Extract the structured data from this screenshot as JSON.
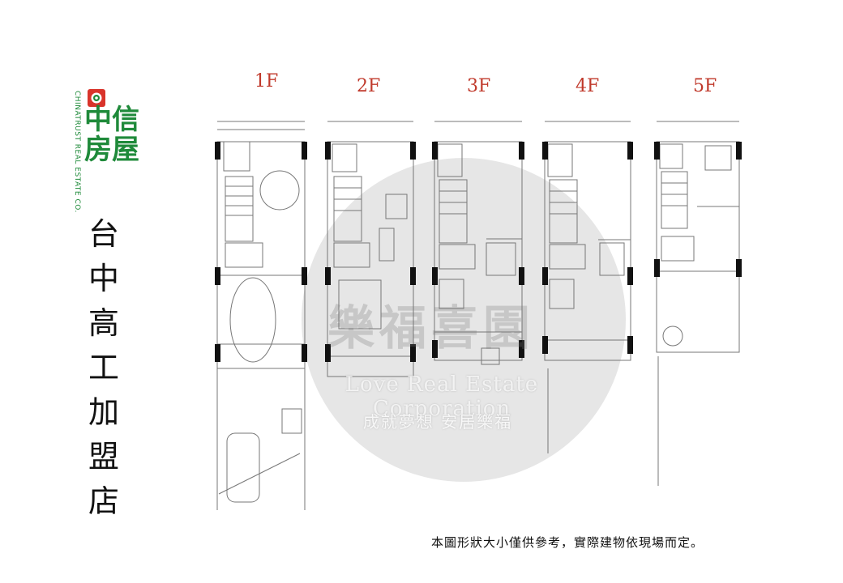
{
  "logo": {
    "english": "CHINATRUST REAL ESTATE CO.",
    "chinese": "中信房屋"
  },
  "branch_name": [
    "台",
    "中",
    "高",
    "工",
    "加",
    "盟",
    "店"
  ],
  "floors": [
    {
      "label": "1F"
    },
    {
      "label": "2F"
    },
    {
      "label": "3F"
    },
    {
      "label": "4F"
    },
    {
      "label": "5F"
    }
  ],
  "watermark": {
    "chinese": "樂福喜園",
    "english": "Love Real Estate Corporation",
    "slogan": "成就夢想 安居樂福"
  },
  "disclaimer": "本圖形狀大小僅供參考，實際建物依現場而定。",
  "colors": {
    "logo_green": "#1f8a3a",
    "logo_red": "#d9342b",
    "floor_label_red": "#c0392b"
  }
}
